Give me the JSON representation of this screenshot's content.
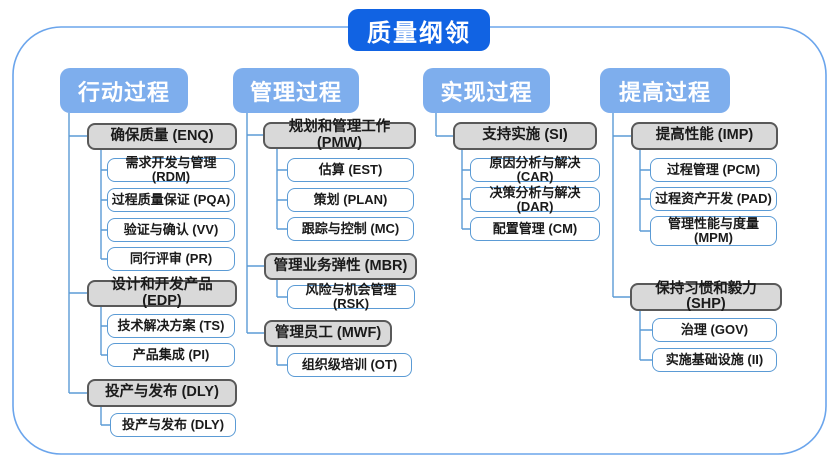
{
  "title": "质量纲领",
  "colors": {
    "title_bg": "#1163e3",
    "header_bg": "#7eaeed",
    "gray_fill": "#d9d9d9",
    "gray_border": "#595959",
    "child_border": "#5b9bd5",
    "connector": "#5b9bd5",
    "outer_border": "#6ba5ec"
  },
  "columns": [
    {
      "header": "行动过程",
      "groups": [
        {
          "label": "确保质量 (ENQ)",
          "children": [
            "需求开发与管理 (RDM)",
            "过程质量保证 (PQA)",
            "验证与确认 (VV)",
            "同行评审 (PR)"
          ]
        },
        {
          "label": "设计和开发产品 (EDP)",
          "children": [
            "技术解决方案 (TS)",
            "产品集成 (PI)"
          ]
        },
        {
          "label": "投产与发布 (DLY)",
          "children": [
            "投产与发布 (DLY)"
          ]
        }
      ]
    },
    {
      "header": "管理过程",
      "groups": [
        {
          "label": "规划和管理工作 (PMW)",
          "children": [
            "估算 (EST)",
            "策划 (PLAN)",
            "跟踪与控制 (MC)"
          ]
        },
        {
          "label": "管理业务弹性 (MBR)",
          "children": [
            "风险与机会管理 (RSK)"
          ]
        },
        {
          "label": "管理员工 (MWF)",
          "children": [
            "组织级培训 (OT)"
          ]
        }
      ]
    },
    {
      "header": "实现过程",
      "groups": [
        {
          "label": "支持实施 (SI)",
          "children": [
            "原因分析与解决 (CAR)",
            "决策分析与解决 (DAR)",
            "配置管理 (CM)"
          ]
        }
      ]
    },
    {
      "header": "提高过程",
      "groups": [
        {
          "label": "提高性能 (IMP)",
          "children": [
            "过程管理 (PCM)",
            "过程资产开发 (PAD)",
            "管理性能与度量 (MPM)"
          ]
        },
        {
          "label": "保持习惯和毅力 (SHP)",
          "children": [
            "治理 (GOV)",
            "实施基础设施 (II)"
          ]
        }
      ]
    }
  ]
}
